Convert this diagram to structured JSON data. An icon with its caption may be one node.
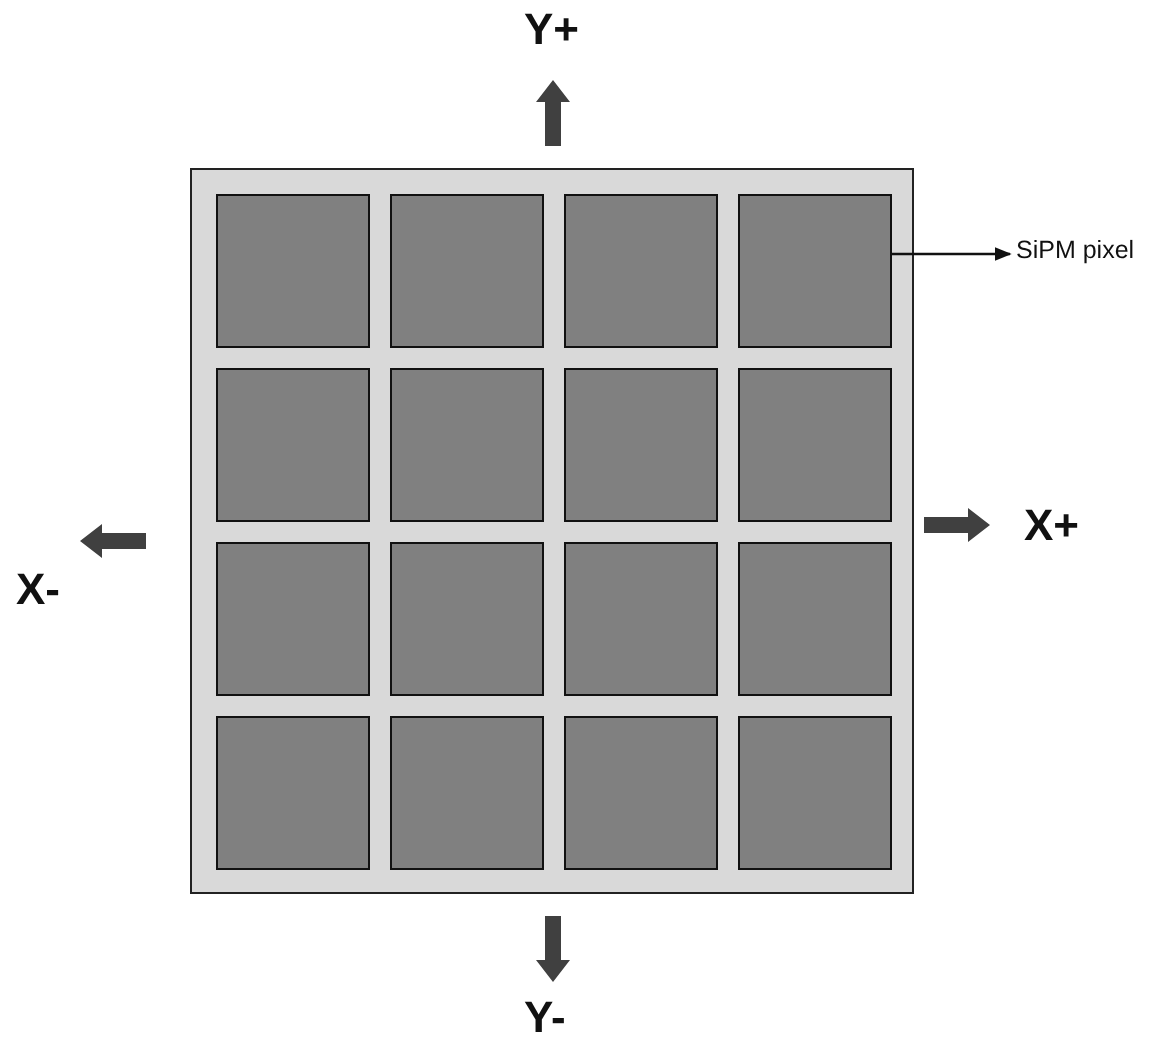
{
  "diagram": {
    "nodes": [
      {
        "text": [],
        "shape": "box"
      },
      {
        "text": [],
        "shape": "box",
        "in": 0
      },
      {
        "text": [],
        "shape": "box",
        "in": 0
      },
      {
        "text": [],
        "shape": "box",
        "in": 0
      },
      {
        "text": [],
        "shape": "box",
        "in": 0
      },
      {
        "text": [],
        "shape": "box",
        "in": 0
      },
      {
        "text": [],
        "shape": "box",
        "in": 0
      },
      {
        "text": [],
        "shape": "box",
        "in": 0
      },
      {
        "text": [],
        "shape": "box",
        "in": 0
      },
      {
        "text": [],
        "shape": "box",
        "in": 0
      },
      {
        "text": [],
        "shape": "box",
        "in": 0
      },
      {
        "text": [],
        "shape": "box",
        "in": 0
      },
      {
        "text": [],
        "shape": "box",
        "in": 0
      },
      {
        "text": [],
        "shape": "box",
        "in": 0
      },
      {
        "text": [],
        "shape": "box",
        "in": 0
      },
      {
        "text": [],
        "shape": "box",
        "in": 0
      },
      {
        "text": [],
        "shape": "box",
        "in": 0
      },
      {
        "text": [
          "SiPM pixel"
        ]
      }
    ],
    "edges": [
      {
        "from": 4,
        "to": 17,
        "arrow": "to"
      }
    ],
    "labels": [
      "Y+",
      "X-",
      "X+",
      "Y-"
    ]
  }
}
